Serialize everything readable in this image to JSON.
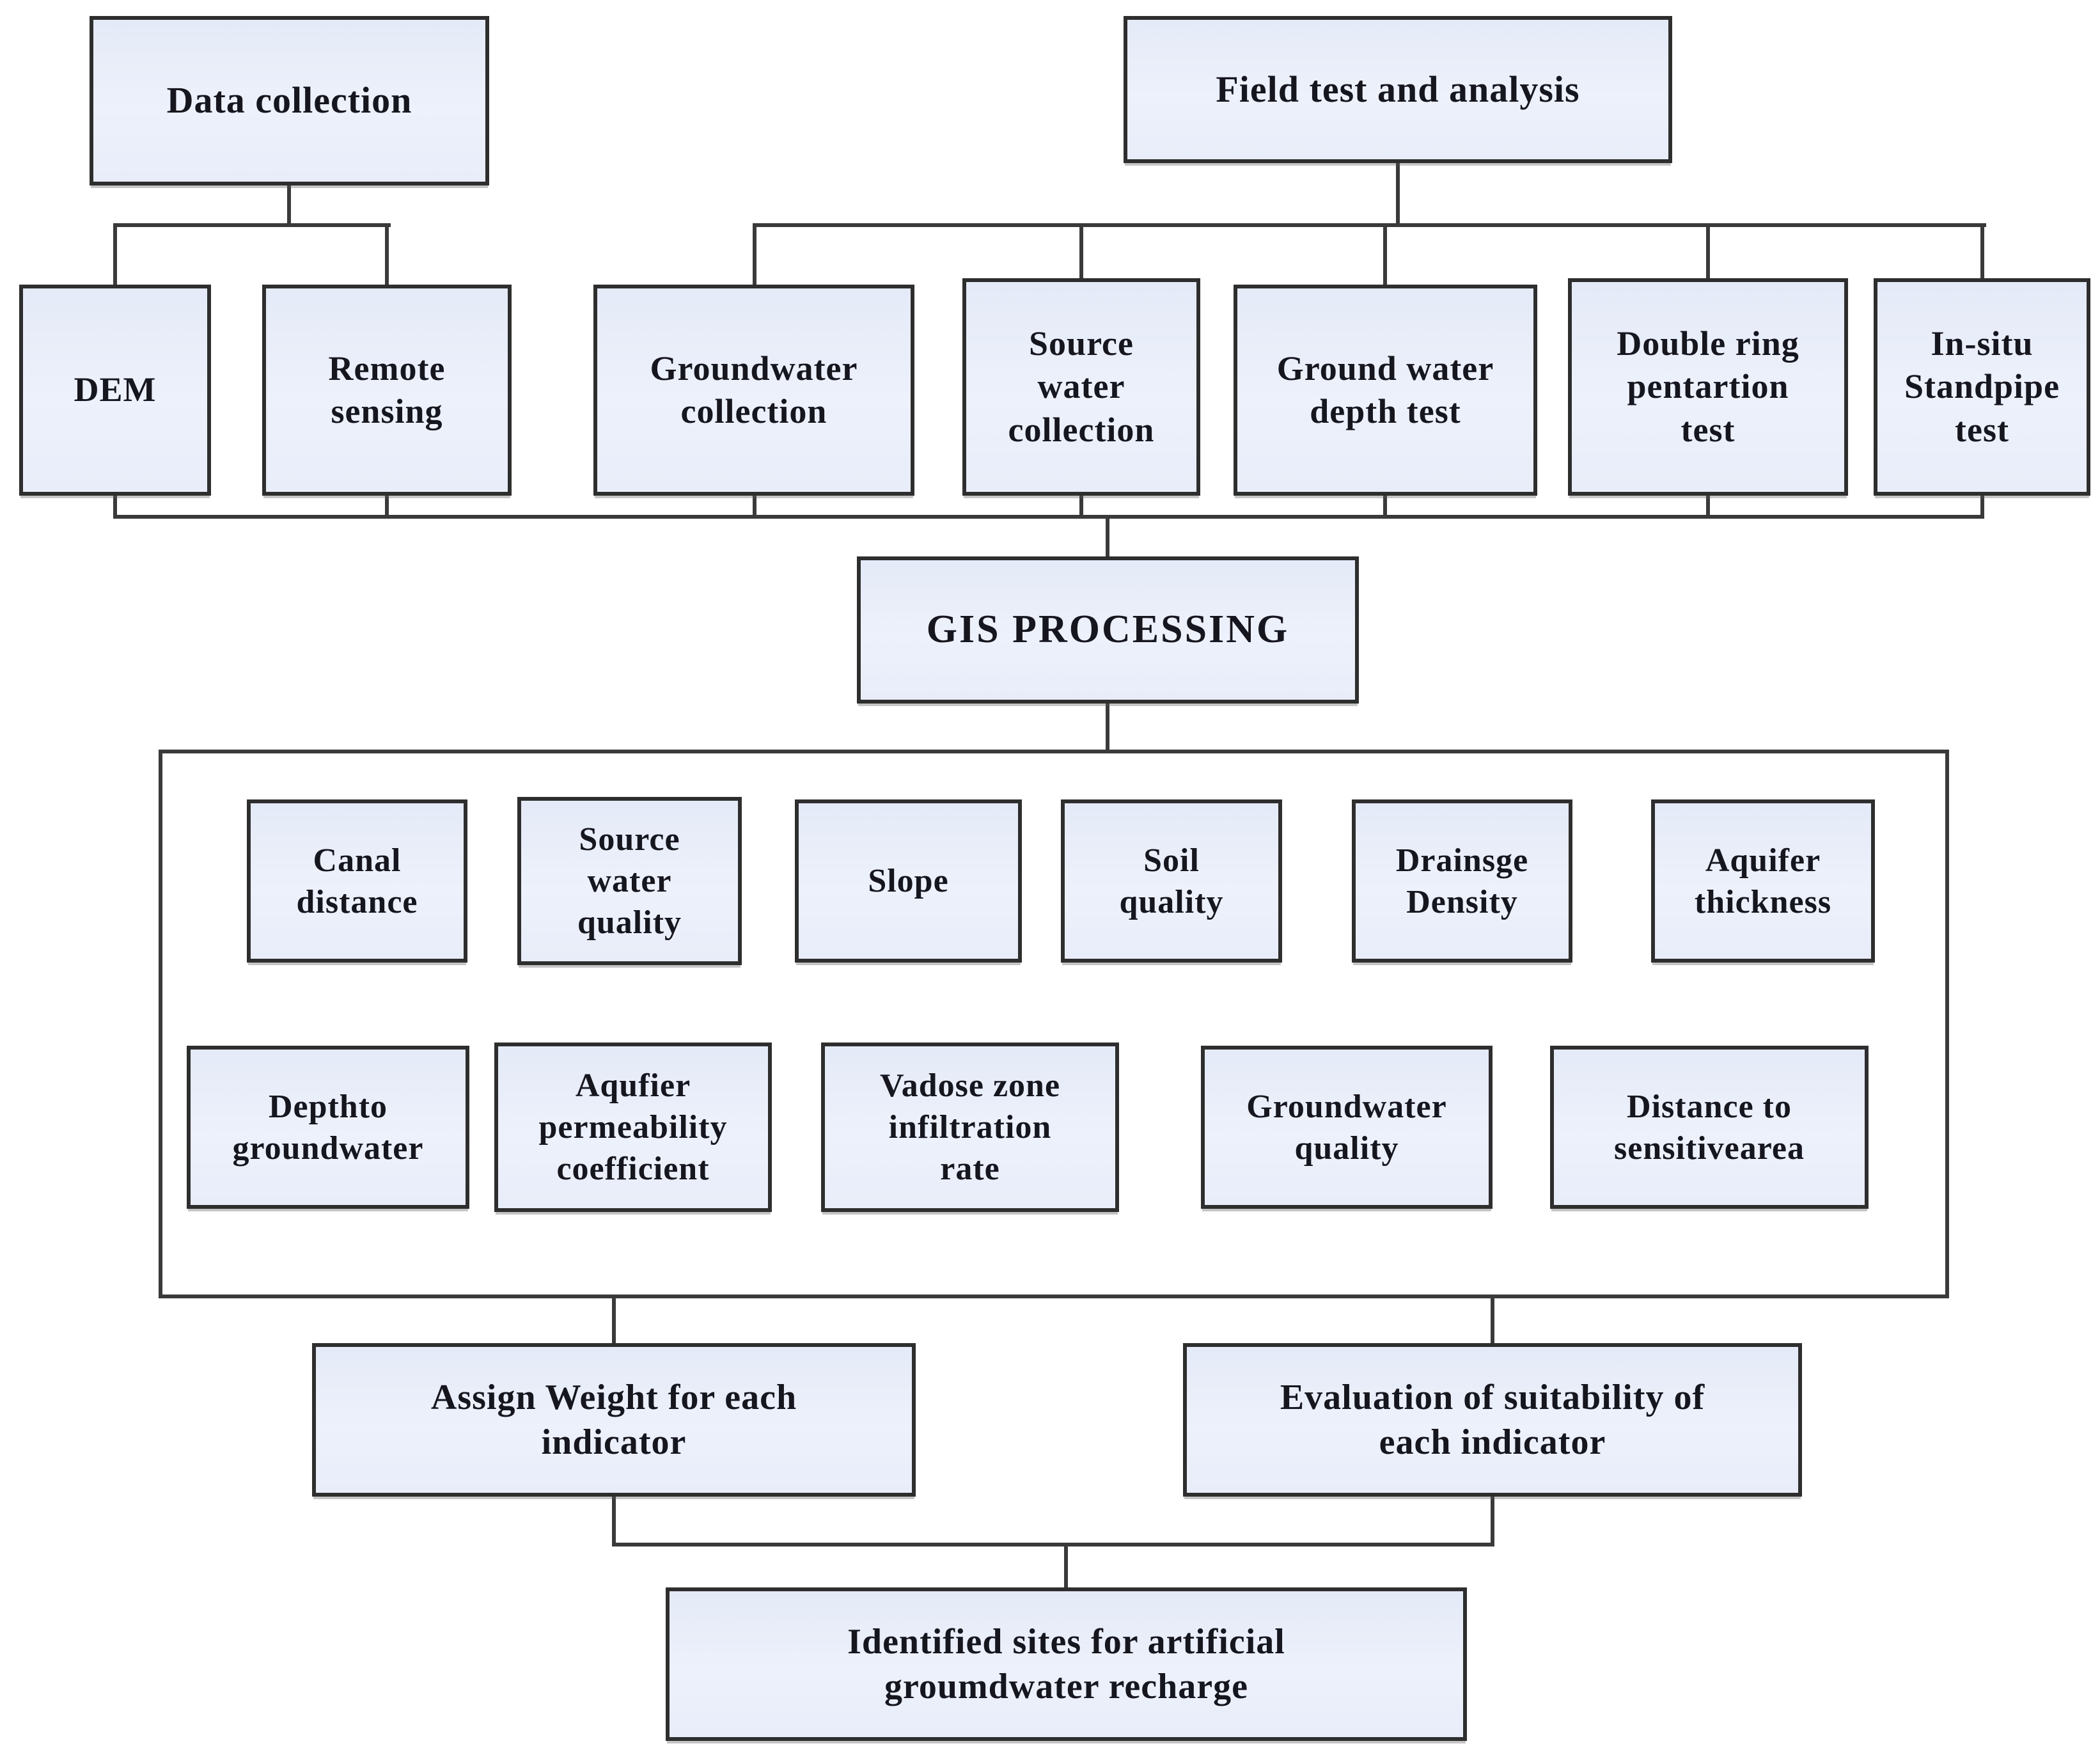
{
  "diagram": {
    "title": "Flowchart: GIS based identification of artificial groundwater recharge sites",
    "colors": {
      "box_fill": "#e9edf9",
      "box_border": "#2e2e2e",
      "line": "#3a3a3a",
      "text": "#16161f",
      "background": "#ffffff"
    },
    "nodes": {
      "data_collection": "Data collection",
      "field_test": "Field test and analysis",
      "dem": "DEM",
      "remote_sensing": "Remote\nsensing",
      "groundwater_collection": "Groundwater\ncollection",
      "source_water_collection": "Source\nwater\ncollection",
      "ground_water_depth_test": "Ground water\ndepth test",
      "double_ring_test": "Double ring\npentartion\ntest",
      "in_situ_standpipe_test": "In-situ\nStandpipe\ntest",
      "gis_processing": "GIS PROCESSING",
      "canal_distance": "Canal\ndistance",
      "source_water_quality": "Source\nwater\nquality",
      "slope": "Slope",
      "soil_quality": "Soil\nquality",
      "drainage_density": "Drainsge\nDensity",
      "aquifer_thickness": "Aquifer\nthickness",
      "depth_to_groundwater": "Depthto\ngroundwater",
      "aquifer_permeability_coefficient": "Aqufier\npermeability\ncoefficient",
      "vadose_zone_infiltration_rate": "Vadose zone\ninfiltration\nrate",
      "groundwater_quality": "Groundwater\nquality",
      "distance_to_sensitive_area": "Distance to\nsensitivearea",
      "assign_weight": "Assign Weight for each\nindicator",
      "evaluation_suitability": "Evaluation of suitability of\neach indicator",
      "identified_sites": "Identified sites for artificial\ngroumdwater recharge"
    }
  }
}
